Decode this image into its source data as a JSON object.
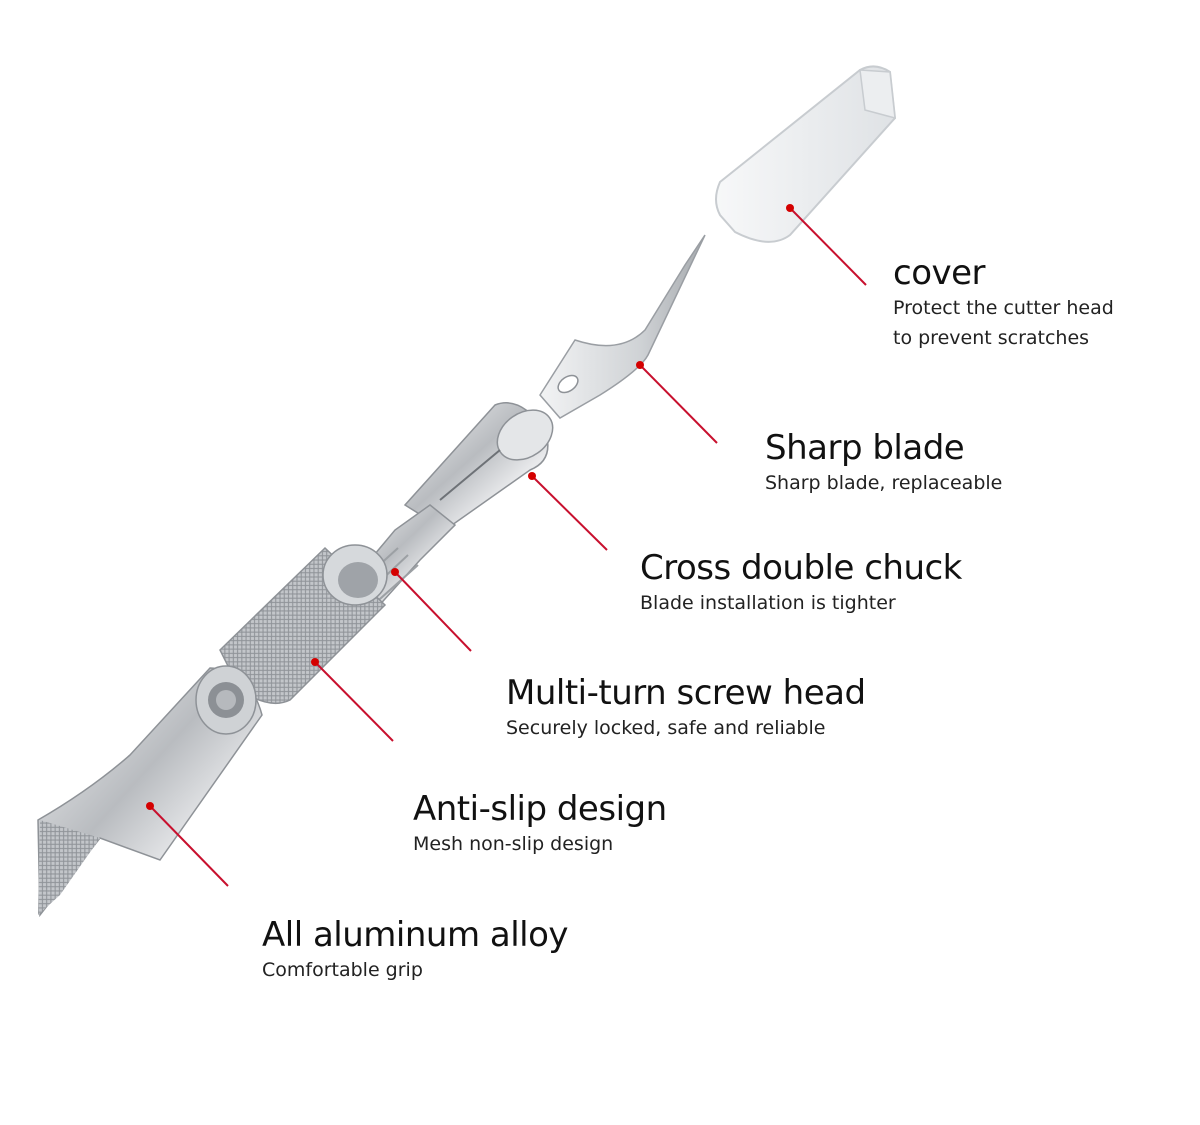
{
  "callouts": [
    {
      "id": "cover",
      "title": "cover",
      "desc": [
        "Protect the cutter head",
        "to prevent scratches"
      ]
    },
    {
      "id": "blade",
      "title": "Sharp blade",
      "desc": [
        "Sharp blade, replaceable"
      ]
    },
    {
      "id": "chuck",
      "title": "Cross double chuck",
      "desc": [
        "Blade installation is tighter"
      ]
    },
    {
      "id": "screw",
      "title": "Multi-turn screw head",
      "desc": [
        "Securely locked, safe and reliable"
      ]
    },
    {
      "id": "slip",
      "title": "Anti-slip design",
      "desc": [
        "Mesh non-slip design"
      ]
    },
    {
      "id": "alloy",
      "title": "All aluminum alloy",
      "desc": [
        "Comfortable grip"
      ]
    }
  ],
  "colors": {
    "leader": "#c8102e",
    "dot": "#d40000",
    "metal": "#c9ccd0",
    "background": "#ffffff"
  }
}
